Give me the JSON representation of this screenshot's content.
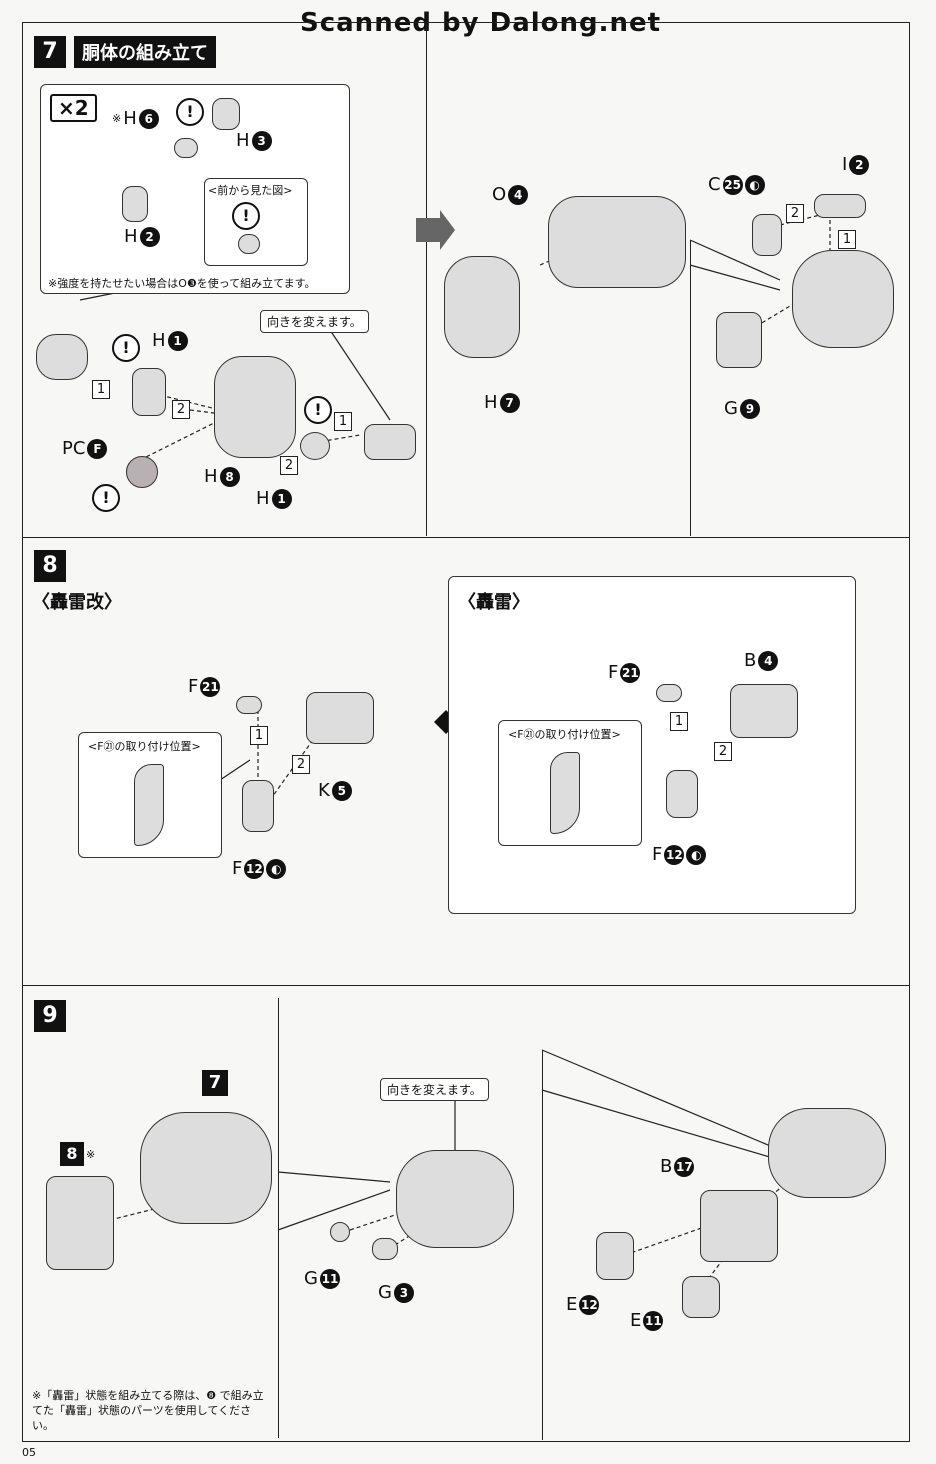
{
  "header": {
    "scanner_credit": "Scanned by Dalong.net"
  },
  "step7": {
    "number": "7",
    "title": "胴体の組み立て",
    "multiplier": "×2",
    "note_mark": "※",
    "front_view_label": "<前から見た図>",
    "strength_note": "※強度を持たせたい場合はO❸を使って組み立てます。",
    "turn_label": "向きを変えます。",
    "parts": {
      "h6": "H",
      "h6n": "6",
      "h3": "H",
      "h3n": "3",
      "h2": "H",
      "h2n": "2",
      "h1a": "H",
      "h1an": "1",
      "pcf": "PC",
      "pcfn": "F",
      "h8": "H",
      "h8n": "8",
      "h1b": "H",
      "h1bn": "1",
      "o4": "O",
      "o4n": "4",
      "h7": "H",
      "h7n": "7",
      "c25": "C",
      "c25n": "25",
      "i2": "I",
      "i2n": "2",
      "g9": "G",
      "g9n": "9"
    }
  },
  "step8": {
    "number": "8",
    "left_title": "〈轟雷改〉",
    "right_title": "〈轟雷〉",
    "position_label_left": "<F㉑の取り付け位置>",
    "position_label_right": "<F㉑の取り付け位置>",
    "parts": {
      "f21a": "F",
      "f21an": "21",
      "k5": "K",
      "k5n": "5",
      "f12a": "F",
      "f12an": "12",
      "f21b": "F",
      "f21bn": "21",
      "b4": "B",
      "b4n": "4",
      "f12b": "F",
      "f12bn": "12"
    }
  },
  "step9": {
    "number": "9",
    "ref7": "7",
    "ref8": "8",
    "ref8_mark": "※",
    "turn_label": "向きを変えます。",
    "footnote": "※「轟雷」状態を組み立てる際は、❽ で組み立てた「轟雷」状態のパーツを使用してください。",
    "parts": {
      "g11": "G",
      "g11n": "11",
      "g3": "G",
      "g3n": "3",
      "b17": "B",
      "b17n": "17",
      "e12": "E",
      "e12n": "12",
      "e11": "E",
      "e11n": "11"
    }
  },
  "page_number": "05"
}
